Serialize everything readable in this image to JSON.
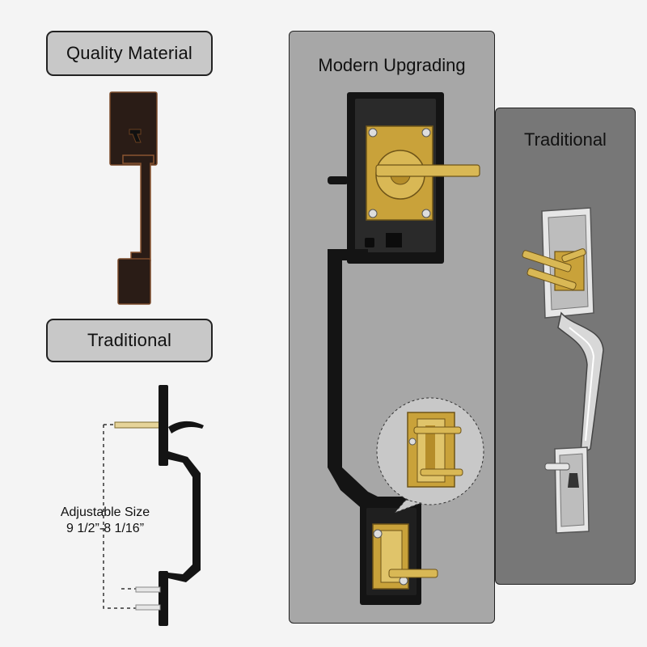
{
  "labels": {
    "quality_material": "Quality Material",
    "traditional_left": "Traditional",
    "modern_upgrading": "Modern Upgrading",
    "traditional_right": "Traditional"
  },
  "adjustable": {
    "title": "Adjustable Size",
    "range": "9 1/2”-8 1/16”"
  },
  "colors": {
    "background": "#f4f4f4",
    "label_box": "#c8c8c8",
    "modern_panel": "#a7a7a7",
    "traditional_panel": "#777777",
    "bronze_handle": "#2a1c16",
    "matte_black": "#141414",
    "brass": "#c9a23a",
    "chrome": "#d8d8d8"
  }
}
